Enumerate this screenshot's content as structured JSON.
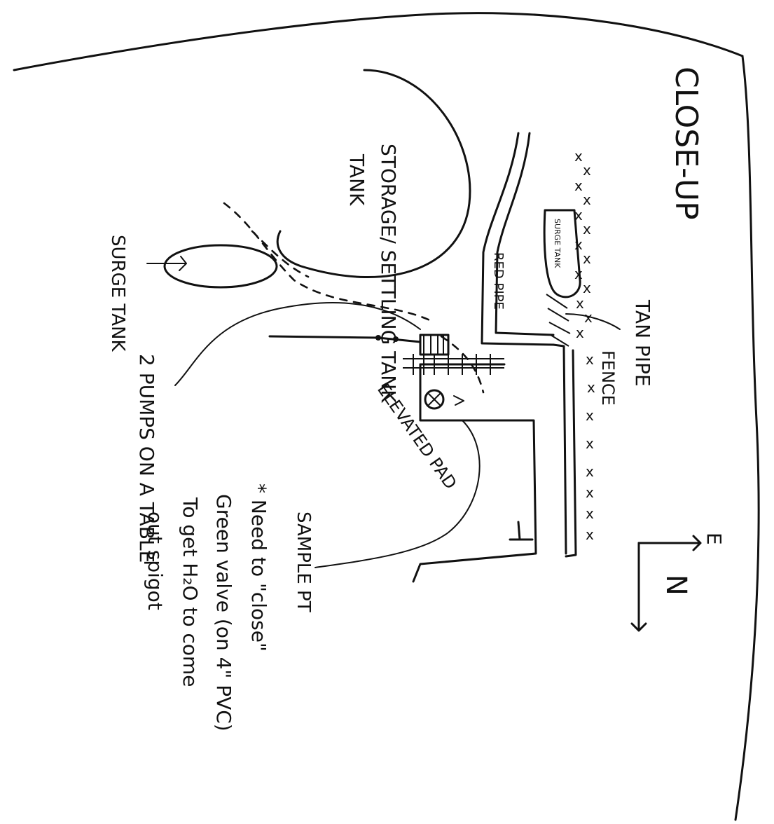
{
  "title": "CLOSE-UP",
  "labels": {
    "storage_tank": "STORAGE/ SETTLING TANK",
    "surge_tank_left": "SURGE TANK",
    "surge_tank_right": "SURGE TANK",
    "pumps": "2 PUMPS ON A TABLE",
    "red_pipe": "RED PIPE",
    "tan_pipe": "TAN PIPE",
    "fence": "FENCE",
    "elevated_pad": "ELEVATED PAD",
    "sample_pt": "SAMPLE PT",
    "note_line1": "* Need to \"close\"",
    "note_line2": "Green valve (on 4\" PVC)",
    "note_line3": "To get H₂O to come",
    "note_line4": "out spigot"
  },
  "compass": {
    "east": "E",
    "north": "N"
  },
  "fence_marker": "x"
}
